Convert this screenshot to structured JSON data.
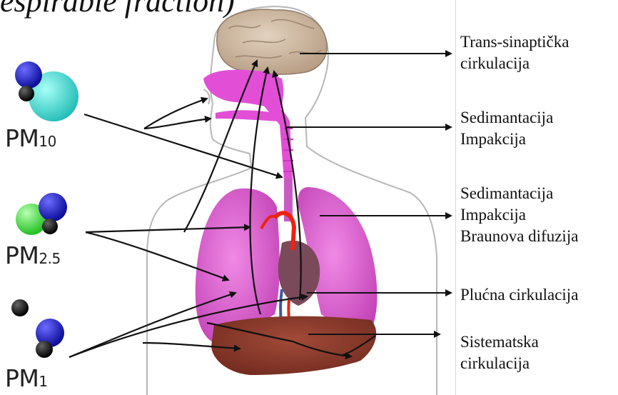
{
  "caption_fragment": "espirable fraction)",
  "particles": [
    {
      "id": "pm10",
      "main": "PM",
      "sub": "10"
    },
    {
      "id": "pm25",
      "main": "PM",
      "sub": "2.5"
    },
    {
      "id": "pm1",
      "main": "PM",
      "sub": "1"
    }
  ],
  "labels": {
    "trans_synaptic": [
      "Trans-sinaptička",
      "cirkulacija"
    ],
    "upper_airway": [
      "Sedimantacija",
      "Impakcija"
    ],
    "lungs": [
      "Sedimantacija",
      "Impakcija",
      "Braunova difuzija"
    ],
    "pulmonary": "Plućna cirkulacija",
    "systemic": [
      "Sistematska",
      "cirkulacija"
    ]
  },
  "colors": {
    "airway_magenta": "#e24fd6",
    "lung_pink": "#d85ac8",
    "liver_brown": "#8a3a2a",
    "brain_tan": "#cbb39a",
    "particle_blue": "#1a1acc",
    "particle_cyan": "#3fd6cf",
    "particle_green": "#33dd33",
    "particle_black": "#000000",
    "artery_red": "#ee2211"
  }
}
